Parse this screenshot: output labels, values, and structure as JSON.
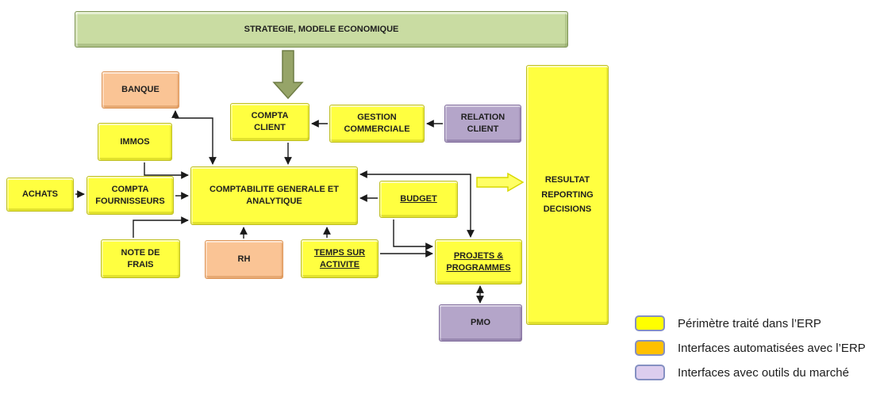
{
  "boxes": {
    "strategie": "STRATEGIE, MODELE ECONOMIQUE",
    "banque": "BANQUE",
    "immos": "IMMOS",
    "compta_client": "COMPTA CLIENT",
    "gestion_commerciale": "GESTION COMMERCIALE",
    "relation_client": "RELATION CLIENT",
    "achats": "ACHATS",
    "compta_fournisseurs": "COMPTA FOURNISSEURS",
    "comptabilite": "COMPTABILITE GENERALE ET ANALYTIQUE",
    "budget": "BUDGET",
    "note_de_frais": "NOTE DE FRAIS",
    "rh": "RH",
    "temps_sur_activite": "TEMPS SUR ACTIVITE",
    "projets_programmes": "PROJETS & PROGRAMMES",
    "pmo": "PMO",
    "resultat": "RESULTAT REPORTING DECISIONS"
  },
  "legend": {
    "items": [
      {
        "label": "Périmètre traité dans l’ERP",
        "color": "#FFFF00"
      },
      {
        "label": "Interfaces automatisées avec l’ERP",
        "color": "#FFC000"
      },
      {
        "label": "Interfaces avec outils du marché",
        "color": "#DCCDEE"
      }
    ]
  },
  "colors": {
    "erp_box_yellow": "#FFFF40",
    "interface_box_orange": "#FAC495",
    "market_box_purple": "#B4A5C9",
    "strategy_box_green": "#C9DCA2",
    "connector_black": "#1A1A1A",
    "flow_arrow_yellow": "#FFFF66",
    "down_arrow_green": "#96A468"
  }
}
